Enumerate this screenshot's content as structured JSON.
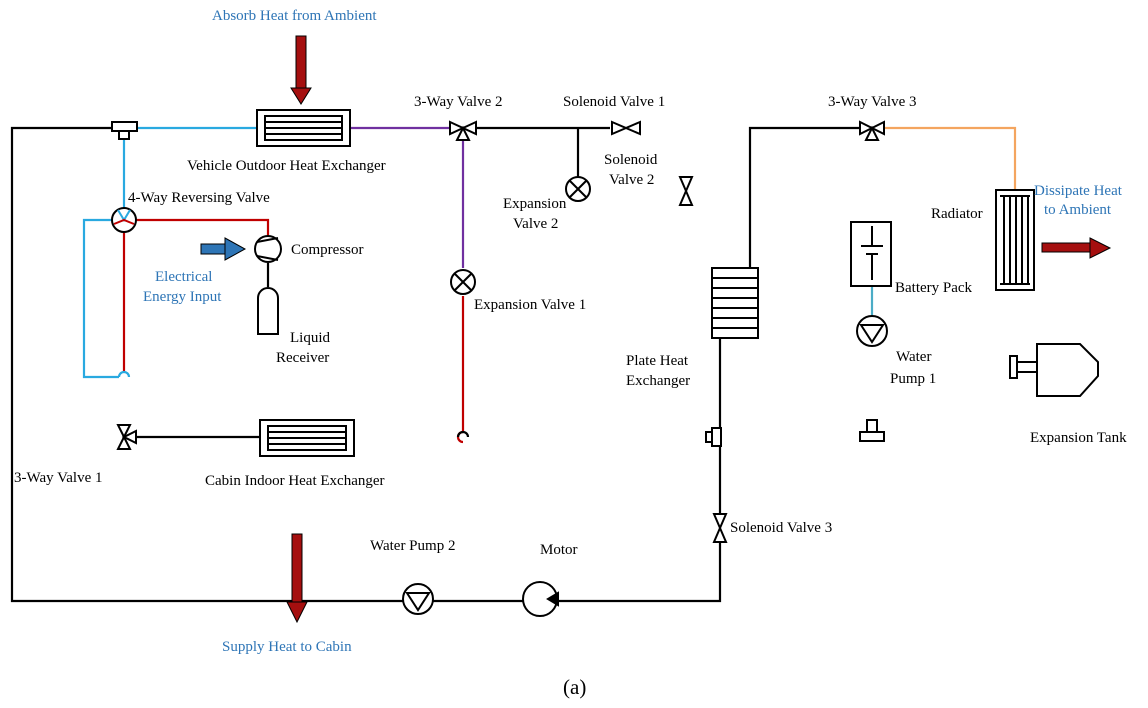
{
  "annotations": {
    "absorb_heat": "Absorb Heat from Ambient",
    "dissipate_heat_line1": "Dissipate Heat",
    "dissipate_heat_line2": "to Ambient",
    "electrical_line1": "Electrical",
    "electrical_line2": "Energy Input",
    "supply_heat": "Supply Heat to Cabin"
  },
  "components": {
    "vehicle_outdoor_hx": "Vehicle Outdoor Heat Exchanger",
    "four_way_valve": "4-Way Reversing Valve",
    "compressor": "Compressor",
    "liquid_receiver_line1": "Liquid",
    "liquid_receiver_line2": "Receiver",
    "three_way_valve_2": "3-Way Valve 2",
    "solenoid_valve_1": "Solenoid Valve 1",
    "solenoid_valve_2_line1": "Solenoid",
    "solenoid_valve_2_line2": "Valve 2",
    "expansion_valve_2_line1": "Expansion",
    "expansion_valve_2_line2": "Valve 2",
    "expansion_valve_1": "Expansion Valve 1",
    "plate_hx_line1": "Plate Heat",
    "plate_hx_line2": "Exchanger",
    "three_way_valve_3": "3-Way Valve 3",
    "radiator": "Radiator",
    "battery_pack": "Battery Pack",
    "water_pump_1_line1": "Water",
    "water_pump_1_line2": "Pump 1",
    "expansion_tank": "Expansion Tank",
    "three_way_valve_1": "3-Way Valve 1",
    "cabin_indoor_hx": "Cabin Indoor Heat Exchanger",
    "solenoid_valve_3": "Solenoid Valve 3",
    "water_pump_2": "Water Pump 2",
    "motor": "Motor"
  },
  "caption": {
    "open": "(",
    "letter": "a",
    "close": ")"
  },
  "colors": {
    "pipe_black": "#000000",
    "pipe_blue": "#29a9e0",
    "pipe_red": "#c00000",
    "pipe_purple": "#7030a0",
    "pipe_orange": "#f4a55f",
    "pipe_teal": "#4bacc6",
    "arrow_red": "#a50f0f",
    "arrow_blue": "#2e75b6",
    "label_blue": "#2e75b6"
  }
}
